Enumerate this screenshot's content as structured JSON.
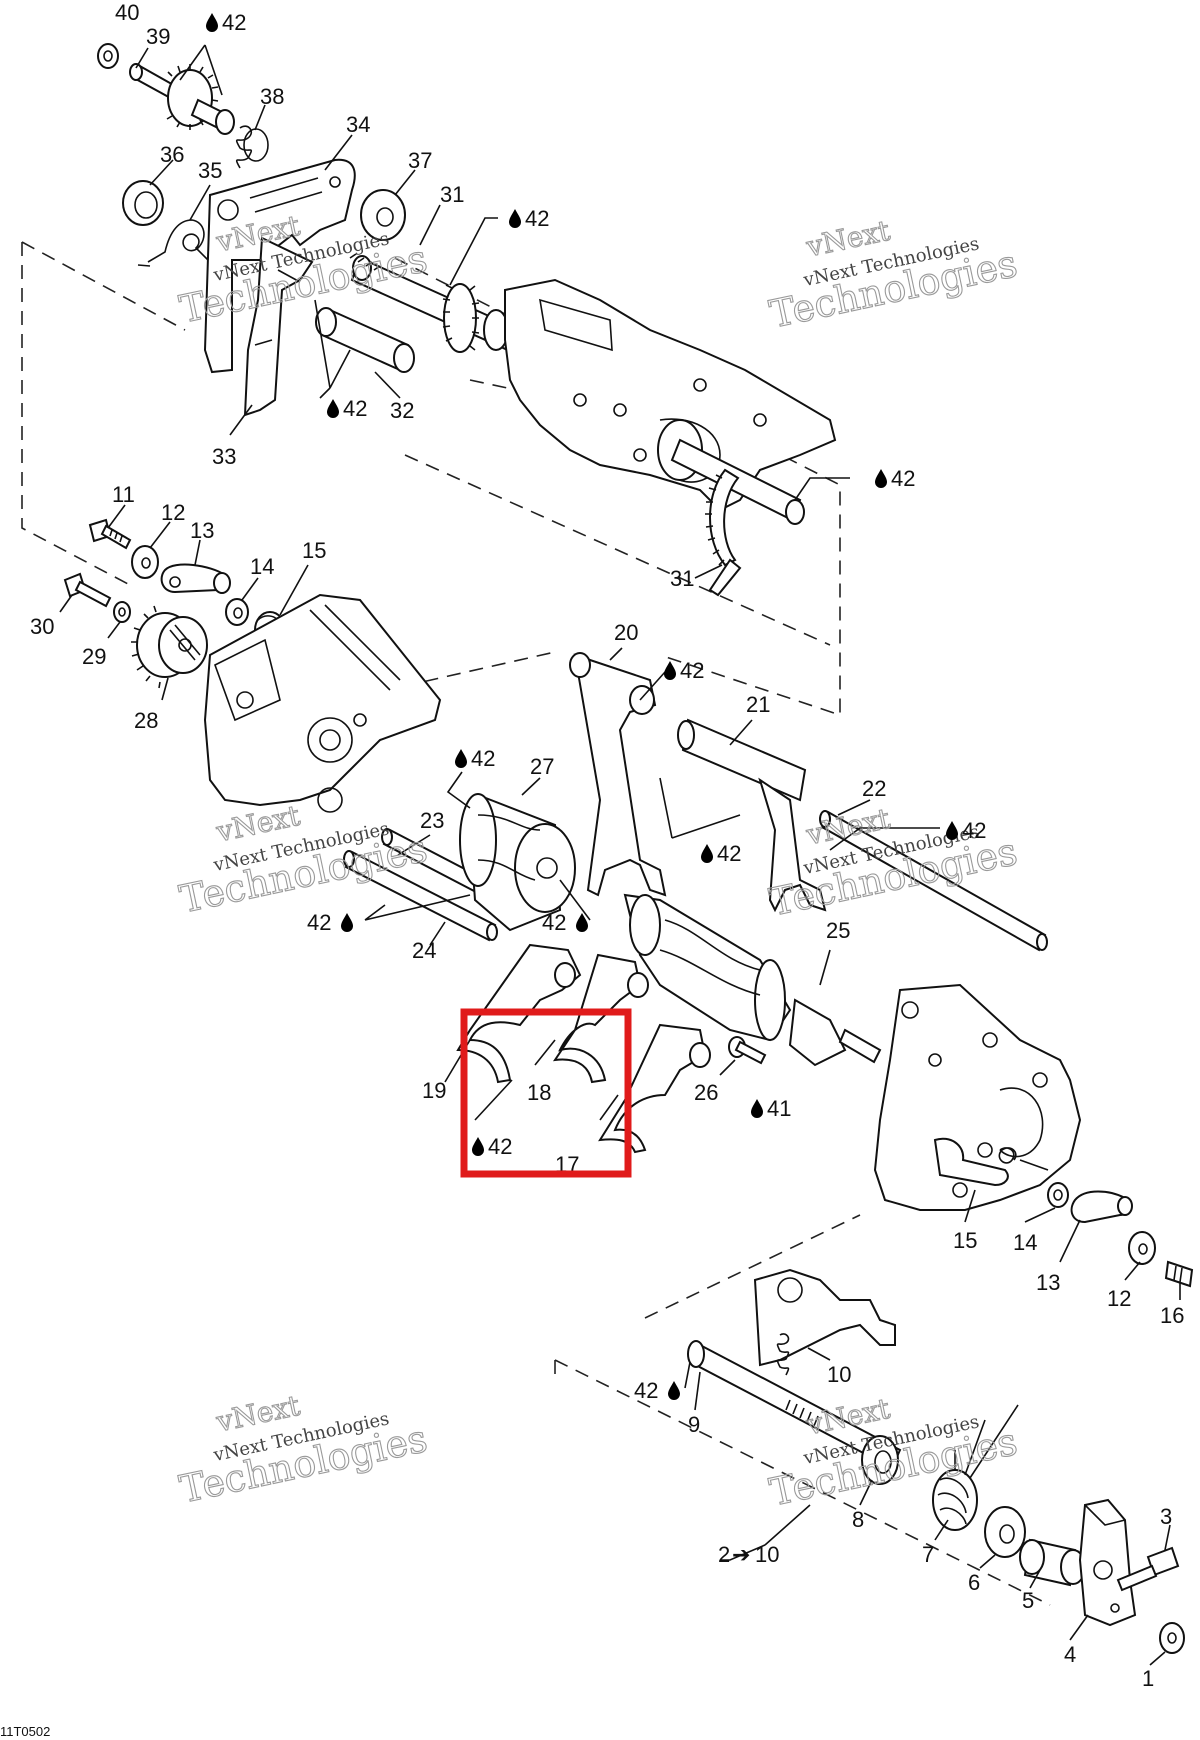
{
  "diagram": {
    "reference_code": "11T0502",
    "lubricant_symbol": "drop-icon",
    "highlight_color": "#e01b1b",
    "watermark": {
      "line1": "vNext",
      "line2": "vNext Technologies",
      "line3": "Technologies"
    },
    "labels": {
      "p1": "1",
      "p2_10": "2",
      "p2_10_tail": "10",
      "p3": "3",
      "p4": "4",
      "p5": "5",
      "p6": "6",
      "p7": "7",
      "p8": "8",
      "p9": "9",
      "p10": "10",
      "p11": "11",
      "p12a": "12",
      "p12b": "12",
      "p13a": "13",
      "p13b": "13",
      "p14a": "14",
      "p14b": "14",
      "p15a": "15",
      "p15b": "15",
      "p16": "16",
      "p17": "17",
      "p18": "18",
      "p19": "19",
      "p20": "20",
      "p21": "21",
      "p22": "22",
      "p23": "23",
      "p24": "24",
      "p25": "25",
      "p26": "26",
      "p27": "27",
      "p28": "28",
      "p29": "29",
      "p30": "30",
      "p31a": "31",
      "p31b": "31",
      "p32": "32",
      "p33": "33",
      "p34": "34",
      "p35": "35",
      "p36": "36",
      "p37": "37",
      "p38": "38",
      "p39": "39",
      "p40": "40",
      "lube_top": "42",
      "lube_31": "42",
      "lube_32": "42",
      "lube_31b": "42",
      "lube_20": "42",
      "lube_27": "42",
      "lube_fork": "42",
      "lube_22": "42",
      "lube_24": "42",
      "lube_25": "42",
      "lube_19": "42",
      "lube_9": "42",
      "lube_41": "41"
    }
  }
}
